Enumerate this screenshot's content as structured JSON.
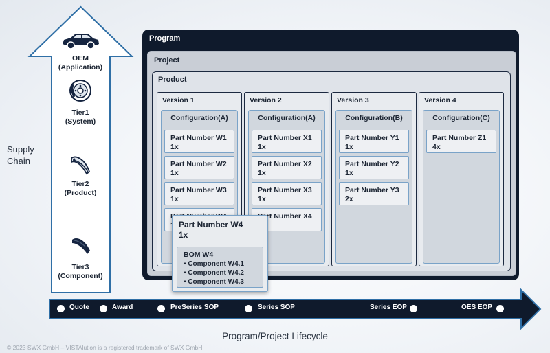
{
  "supply_chain": {
    "label_line1": "Supply",
    "label_line2": "Chain",
    "tiers": [
      {
        "line1": "OEM",
        "line2": "(Application)",
        "icon": "car-icon"
      },
      {
        "line1": "Tier1",
        "line2": "(System)",
        "icon": "brake-disc-icon"
      },
      {
        "line1": "Tier2",
        "line2": "(Product)",
        "icon": "brake-caliper-icon"
      },
      {
        "line1": "Tier3",
        "line2": "(Component)",
        "icon": "brake-pad-icon"
      }
    ]
  },
  "program": {
    "title": "Program",
    "project_title": "Project",
    "product_title": "Product",
    "versions": [
      {
        "title": "Version 1",
        "configuration": "Configuration(A)",
        "parts": [
          {
            "name": "Part Number W1",
            "qty": "1x"
          },
          {
            "name": "Part Number W2",
            "qty": "1x"
          },
          {
            "name": "Part Number W3",
            "qty": "1x"
          },
          {
            "name": "Part Number W4",
            "qty": "1x"
          }
        ]
      },
      {
        "title": "Version 2",
        "configuration": "Configuration(A)",
        "parts": [
          {
            "name": "Part Number X1",
            "qty": "1x"
          },
          {
            "name": "Part Number X2",
            "qty": "1x"
          },
          {
            "name": "Part Number X3",
            "qty": "1x"
          },
          {
            "name": "Part Number X4",
            "qty": ""
          }
        ]
      },
      {
        "title": "Version 3",
        "configuration": "Configuration(B)",
        "parts": [
          {
            "name": "Part Number Y1",
            "qty": "1x"
          },
          {
            "name": "Part Number Y2",
            "qty": "1x"
          },
          {
            "name": "Part Number Y3",
            "qty": "2x"
          }
        ]
      },
      {
        "title": "Version 4",
        "configuration": "Configuration(C)",
        "parts": [
          {
            "name": "Part Number Z1",
            "qty": "4x"
          }
        ]
      }
    ]
  },
  "popup": {
    "part_name": "Part Number W4",
    "qty": "1x",
    "bom_title": "BOM W4",
    "components": [
      "▪ Component W4.1",
      "▪ Component W4.2",
      "▪ Component W4.3"
    ]
  },
  "lifecycle": {
    "milestones": [
      "Quote",
      "Award",
      "PreSeries SOP",
      "Series SOP",
      "Series EOP",
      "OES EOP"
    ],
    "label": "Program/Project Lifecycle"
  },
  "footer": "© 2023 SWX GmbH – VISTAlution is a registered trademark of SWX GmbH",
  "colors": {
    "navy": "#0f1a2c",
    "arrow_border": "#2f6fa6",
    "accent_blue": "#7aa3c8"
  }
}
